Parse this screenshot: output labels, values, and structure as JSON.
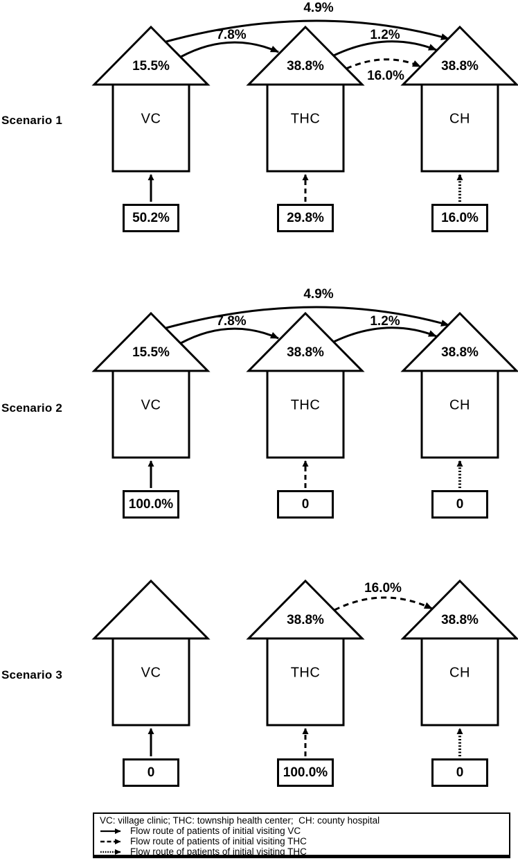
{
  "scenarios": [
    {
      "label": "Scenario 1",
      "houses": [
        {
          "name": "VC",
          "roof_pct": "15.5%",
          "initial_pct": "50.2%"
        },
        {
          "name": "THC",
          "roof_pct": "38.8%",
          "initial_pct": "29.8%"
        },
        {
          "name": "CH",
          "roof_pct": "38.8%",
          "initial_pct": "16.0%"
        }
      ],
      "flows": [
        {
          "from": "VC",
          "to": "CH",
          "pct": "4.9%",
          "style": "solid"
        },
        {
          "from": "VC",
          "to": "THC",
          "pct": "7.8%",
          "style": "solid"
        },
        {
          "from": "THC",
          "to": "CH",
          "pct": "1.2%",
          "style": "solid"
        },
        {
          "from": "THC",
          "to": "CH",
          "pct": "16.0%",
          "style": "dashed"
        }
      ]
    },
    {
      "label": "Scenario 2",
      "houses": [
        {
          "name": "VC",
          "roof_pct": "15.5%",
          "initial_pct": "100.0%"
        },
        {
          "name": "THC",
          "roof_pct": "38.8%",
          "initial_pct": "0"
        },
        {
          "name": "CH",
          "roof_pct": "38.8%",
          "initial_pct": "0"
        }
      ],
      "flows": [
        {
          "from": "VC",
          "to": "CH",
          "pct": "4.9%",
          "style": "solid"
        },
        {
          "from": "VC",
          "to": "THC",
          "pct": "7.8%",
          "style": "solid"
        },
        {
          "from": "THC",
          "to": "CH",
          "pct": "1.2%",
          "style": "solid"
        }
      ]
    },
    {
      "label": "Scenario 3",
      "houses": [
        {
          "name": "VC",
          "initial_pct": "0"
        },
        {
          "name": "THC",
          "roof_pct": "38.8%",
          "initial_pct": "100.0%"
        },
        {
          "name": "CH",
          "roof_pct": "38.8%",
          "initial_pct": "0"
        }
      ],
      "flows": [
        {
          "from": "THC",
          "to": "CH",
          "pct": "16.0%",
          "style": "dashed"
        }
      ]
    }
  ],
  "legend": {
    "abbrev": "VC: village clinic; THC: township health center;  CH: county hospital",
    "items": [
      {
        "style": "solid",
        "text": "Flow route of patients of initial visiting VC"
      },
      {
        "style": "dashed",
        "text": "Flow route of patients of initial visiting THC"
      },
      {
        "style": "dotted",
        "text": "Flow route of patients of initial visiting THC"
      }
    ]
  },
  "colors": {
    "ink": "#000000",
    "background": "#ffffff"
  }
}
